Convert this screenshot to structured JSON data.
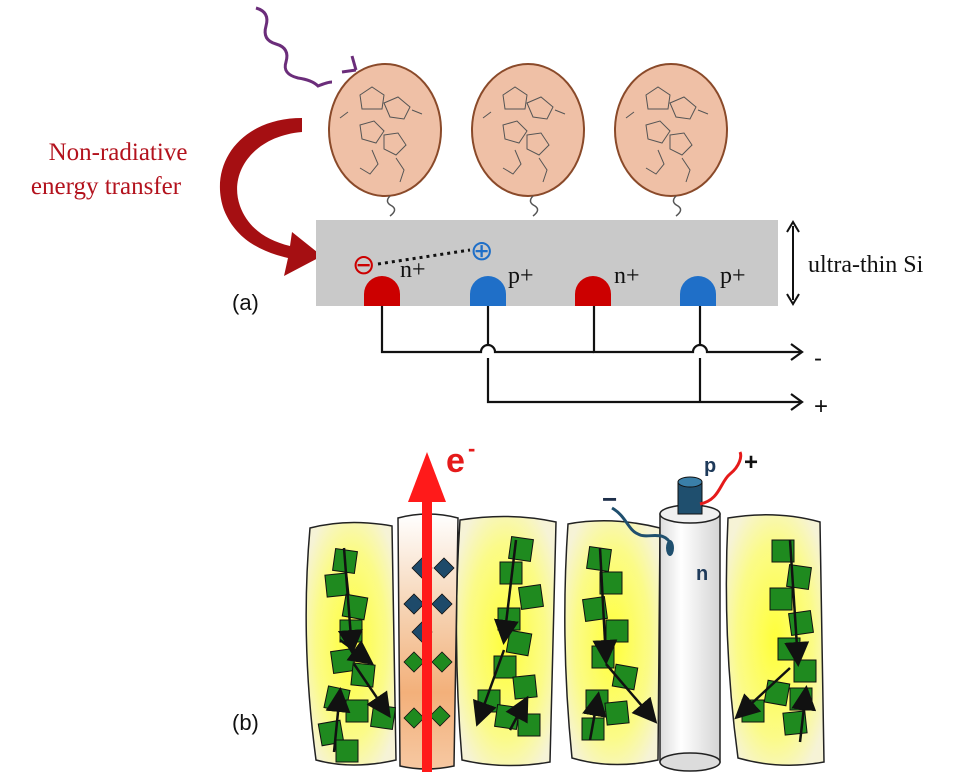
{
  "panel_a": {
    "label": "(a)",
    "transfer_label_line1": "Non-radiative",
    "transfer_label_line2": "energy transfer",
    "si_label": "ultra-thin Si",
    "electron_symbol": "⊖",
    "hole_symbol": "⊕",
    "contacts": [
      "n+",
      "p+",
      "n+",
      "p+"
    ],
    "terminal_minus": "-",
    "terminal_plus": "+"
  },
  "panel_b": {
    "label": "(b)",
    "electron_label": "e",
    "electron_superscript": "-",
    "minus_label": "−",
    "plus_label": "+",
    "p_label": "p",
    "n_label": "n"
  },
  "colors": {
    "transfer_text": "#b3121d",
    "transfer_arrow": "#a50f12",
    "photon": "#6b2d7a",
    "molecule_fill": "#efc0a6",
    "molecule_stroke": "#8a4a2a",
    "si_slab": "#c9c9c9",
    "n_contact": "#cc0000",
    "p_contact": "#1f6fc8",
    "wire": "#111111",
    "cell_fill": "#ffff55",
    "chromophore": "#1f8a1f",
    "electron_arrow": "#ff1a1a",
    "nanowire_cap": "#1f4f6e"
  }
}
